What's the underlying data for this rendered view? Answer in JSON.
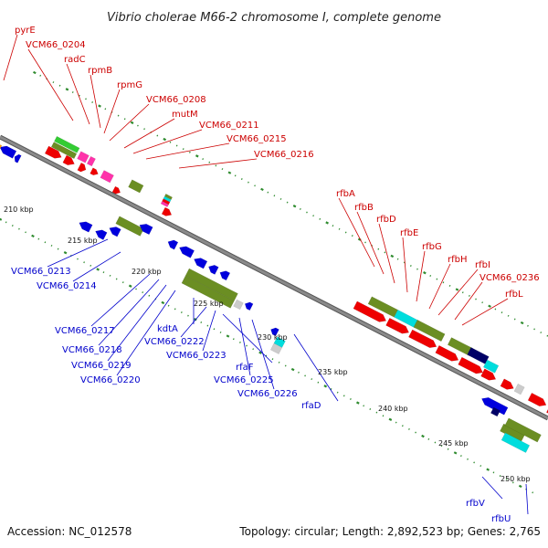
{
  "title": "Vibrio cholerae M66-2 chromosome I, complete genome",
  "footer": {
    "accession": "Accession: NC_012578",
    "summary": "Topology: circular; Length: 2,892,523 bp; Genes: 2,765"
  },
  "colors": {
    "forward_label": "#cc0000",
    "reverse_label": "#0000cc",
    "backbone": "#8a8a8a",
    "tick": "#2e8b2e"
  },
  "scale": {
    "ticks": [
      "210 kbp",
      "215 kbp",
      "220 kbp",
      "225 kbp",
      "230 kbp",
      "235 kbp",
      "240 kbp",
      "245 kbp",
      "250 kbp"
    ]
  },
  "labels": {
    "forward": [
      "pyrE",
      "VCM66_0204",
      "radC",
      "rpmB",
      "rpmG",
      "VCM66_0208",
      "mutM",
      "VCM66_0211",
      "VCM66_0215",
      "VCM66_0216",
      "rfbA",
      "rfbB",
      "rfbD",
      "rfbE",
      "rfbG",
      "rfbH",
      "rfbI",
      "VCM66_0236",
      "rfbL"
    ],
    "reverse": [
      "VCM66_0213",
      "VCM66_0214",
      "VCM66_0217",
      "VCM66_0218",
      "VCM66_0219",
      "VCM66_0220",
      "kdtA",
      "VCM66_0222",
      "VCM66_0223",
      "rfaF",
      "VCM66_0225",
      "VCM66_0226",
      "rfaD",
      "rfbV",
      "rfbU"
    ]
  },
  "feature_colors": {
    "forward_cds": "#ee0000",
    "reverse_cds": "#0000dd",
    "gene_bar": "#6b8e23",
    "cyan": "#00dddd",
    "magenta": "#ff33aa",
    "green": "#33cc33",
    "gray": "#cccccc",
    "navy": "#000066",
    "orange": "#ff9900"
  }
}
